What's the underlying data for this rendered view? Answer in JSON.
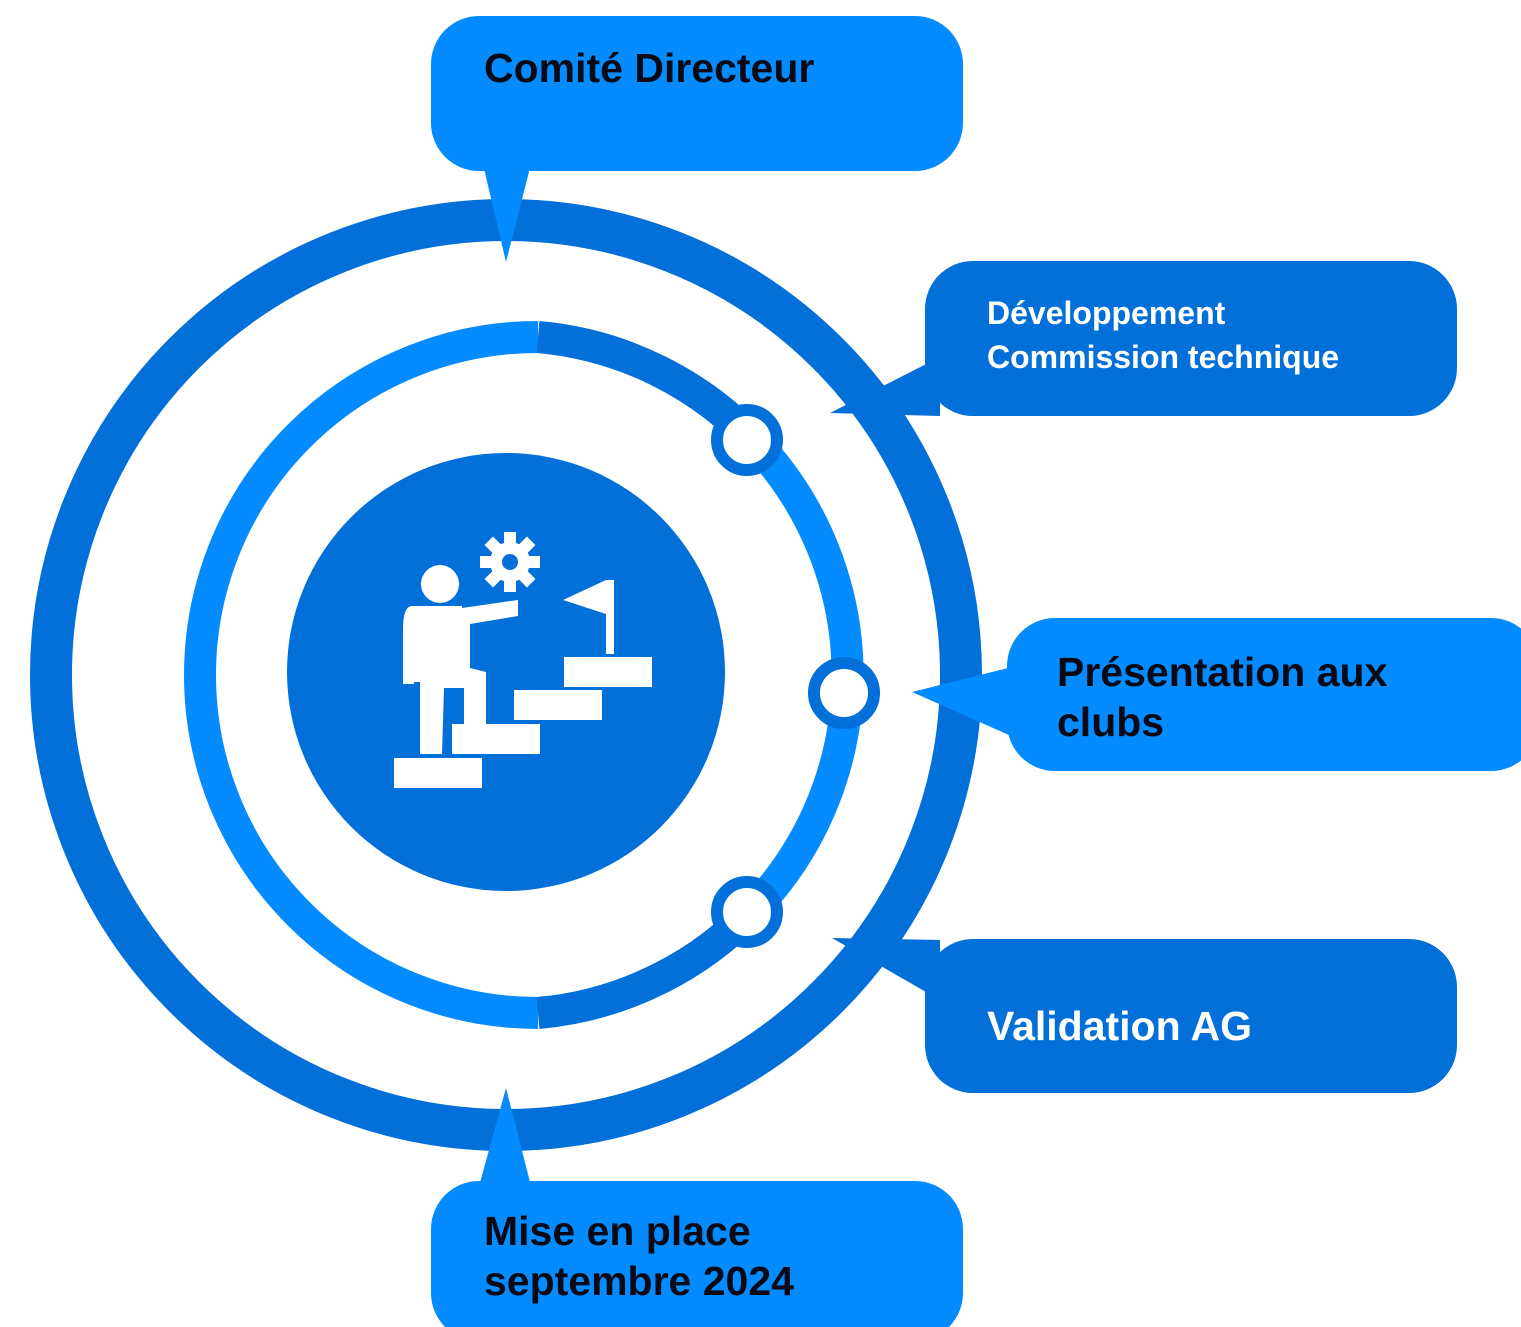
{
  "colors": {
    "dark_blue": "#036FD9",
    "light_blue": "#048BFF",
    "white": "#FFFFFF",
    "text_dark": "#0A0A14",
    "text_white": "#FFFFFF"
  },
  "center_icon": "person-climbing-stairs-to-flag-icon",
  "steps": [
    {
      "id": "comite",
      "lines": [
        "Comité Directeur"
      ]
    },
    {
      "id": "developpement",
      "lines": [
        "Développement",
        "Commission technique"
      ]
    },
    {
      "id": "presentation",
      "lines": [
        "Présentation aux",
        "clubs"
      ]
    },
    {
      "id": "validation",
      "lines": [
        "Validation AG"
      ]
    },
    {
      "id": "mise",
      "lines": [
        "Mise en place",
        "septembre 2024"
      ]
    }
  ]
}
